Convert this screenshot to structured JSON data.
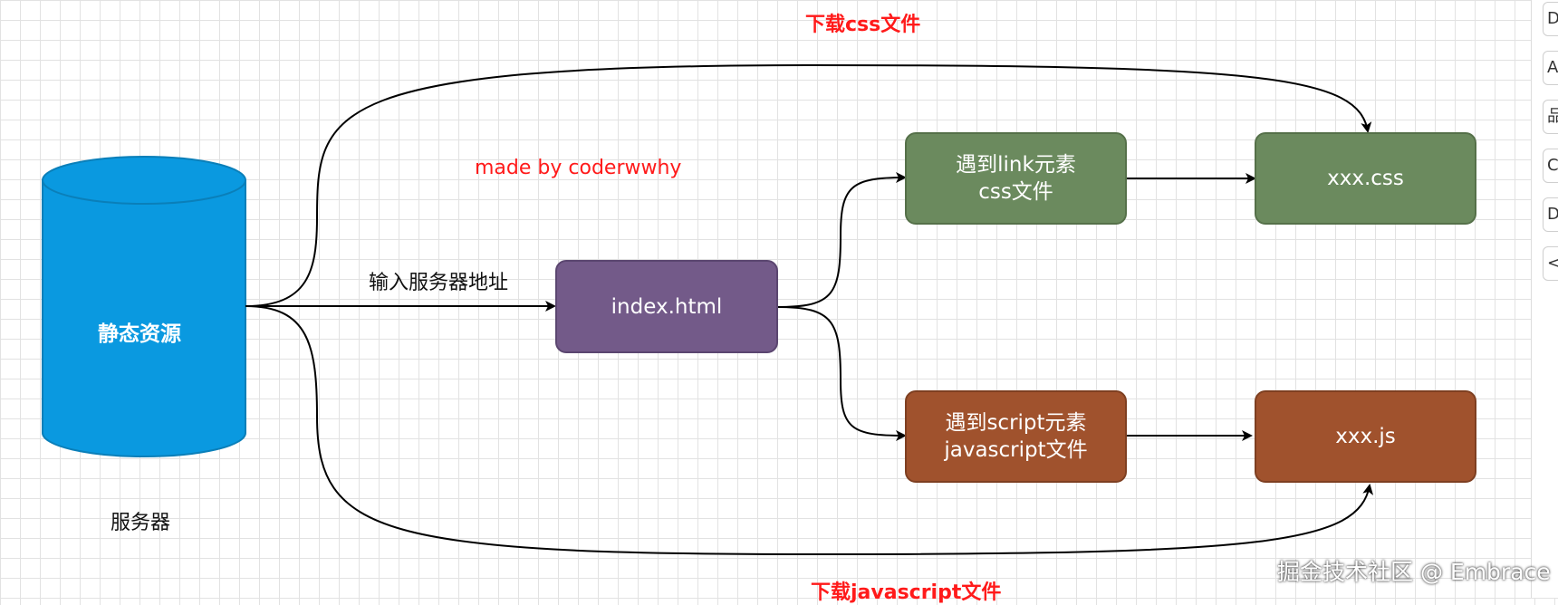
{
  "diagram": {
    "server": {
      "cylinder_label": "静态资源",
      "caption": "服务器",
      "color": "#0a99e0"
    },
    "edges": {
      "input_url": "输入服务器地址",
      "download_css": "下载css文件",
      "download_js": "下载javascript文件"
    },
    "credit": "made by coderwwhy",
    "nodes": {
      "index": {
        "text": "index.html",
        "color": "#735a89"
      },
      "link_element": {
        "text": "遇到link元素\ncss文件",
        "color": "#6b8a5e"
      },
      "css_file": {
        "text": "xxx.css",
        "color": "#6b8a5e"
      },
      "script_element": {
        "text": "遇到script元素\njavascript文件",
        "color": "#a0522d"
      },
      "js_file": {
        "text": "xxx.js",
        "color": "#a0522d"
      }
    }
  },
  "toolbar": {
    "buttons": [
      {
        "glyph": "D",
        "icon": "doc-icon"
      },
      {
        "glyph": "A",
        "icon": "text-icon"
      },
      {
        "glyph": "品",
        "icon": "layout-icon"
      },
      {
        "glyph": "C",
        "icon": "comment-icon"
      },
      {
        "glyph": "D",
        "icon": "export-icon"
      },
      {
        "glyph": "<",
        "icon": "collapse-icon"
      }
    ]
  },
  "watermark": "掘金技术社区 @ Embrace"
}
